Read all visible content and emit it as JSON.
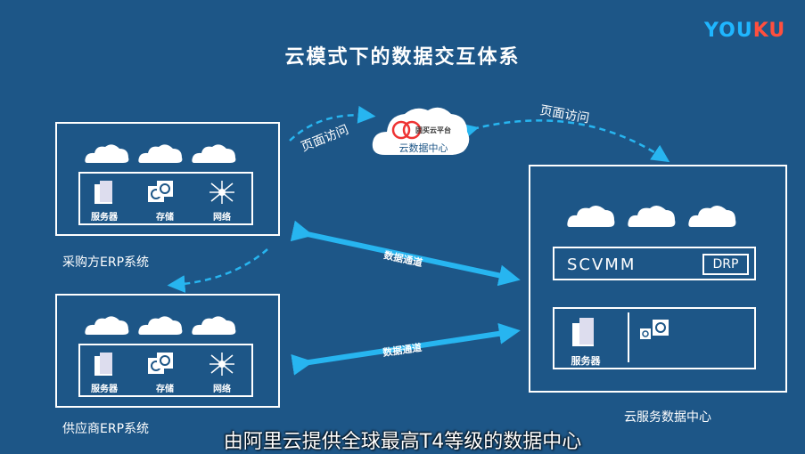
{
  "logo": {
    "part1": "YOU",
    "part2": "KU"
  },
  "title": "云模式下的数据交互体系",
  "cloud_platform": {
    "brand": "固买云平台",
    "name": "云数据中心"
  },
  "flows": {
    "page_access_left": "页面访问",
    "page_access_right": "页面访问",
    "data_channel_1": "数据通道",
    "data_channel_2": "数据通道"
  },
  "buyer_system": {
    "label": "采购方ERP系统",
    "server": "服务器",
    "storage": "存储",
    "network": "网络"
  },
  "supplier_system": {
    "label": "供应商ERP系统",
    "server": "服务器",
    "storage": "存储",
    "network": "网络"
  },
  "datacenter": {
    "label": "云服务数据中心",
    "scvmm": "SCVMM",
    "drp": "DRP",
    "server": "服务器"
  },
  "subtitle": "由阿里云提供全球最高T4等级的数据中心",
  "colors": {
    "background": "#1d5687",
    "arrow": "#27b5f0",
    "line": "#ffffff"
  }
}
